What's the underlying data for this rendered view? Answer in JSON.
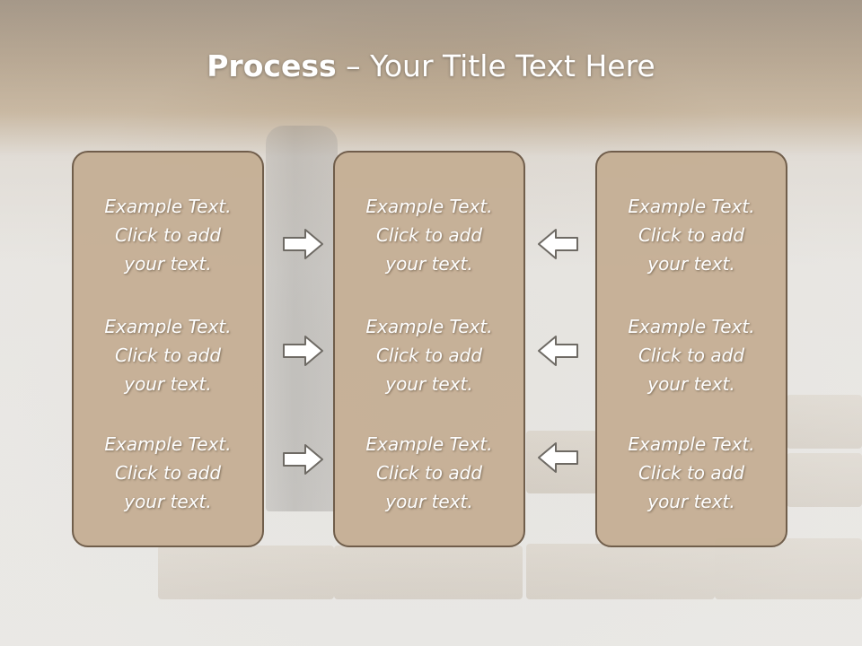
{
  "title": {
    "bold": "Process",
    "rest": " – Your Title Text Here"
  },
  "columns": [
    {
      "items": [
        {
          "line1": "Example Text.",
          "line2": "Click  to add",
          "line3": "your text."
        },
        {
          "line1": "Example Text.",
          "line2": "Click  to add",
          "line3": "your text."
        },
        {
          "line1": "Example Text.",
          "line2": "Click  to add",
          "line3": "your text."
        }
      ]
    },
    {
      "items": [
        {
          "line1": "Example Text.",
          "line2": "Click  to add",
          "line3": "your text."
        },
        {
          "line1": "Example Text.",
          "line2": "Click  to add",
          "line3": "your text."
        },
        {
          "line1": "Example Text.",
          "line2": "Click  to add",
          "line3": "your text."
        }
      ]
    },
    {
      "items": [
        {
          "line1": "Example Text.",
          "line2": "Click  to add",
          "line3": "your text."
        },
        {
          "line1": "Example Text.",
          "line2": "Click  to add",
          "line3": "your text."
        },
        {
          "line1": "Example Text.",
          "line2": "Click  to add",
          "line3": "your text."
        }
      ]
    }
  ],
  "arrows": {
    "left": [
      "arrow-right-icon",
      "arrow-right-icon",
      "arrow-right-icon"
    ],
    "right": [
      "arrow-left-icon",
      "arrow-left-icon",
      "arrow-left-icon"
    ]
  },
  "colors": {
    "box_fill": "#c6b096",
    "box_border": "#6d5a47",
    "header_band": "#9c8466",
    "text": "#ffffff"
  }
}
